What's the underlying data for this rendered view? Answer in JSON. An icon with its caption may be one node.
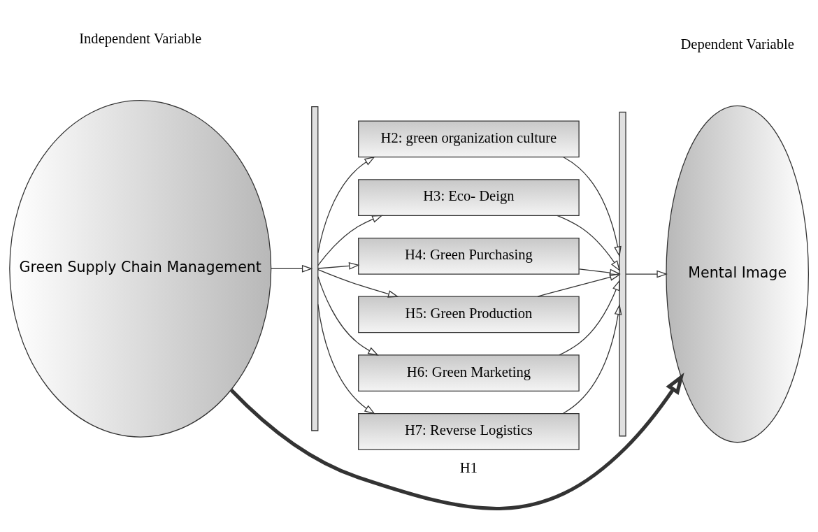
{
  "diagram": {
    "nodes": [
      {
        "text": [
          "Green Supply Chain Management"
        ]
      },
      {
        "text": [],
        "shape": "bar"
      },
      {
        "text": [
          "H2: green organization culture"
        ]
      },
      {
        "text": [
          "H3: Eco- Deign"
        ]
      },
      {
        "text": [
          "H4: Green Purchasing"
        ]
      },
      {
        "text": [
          "H5: Green Production"
        ]
      },
      {
        "text": [
          "H6: Green Marketing"
        ]
      },
      {
        "text": [
          "H7: Reverse Logistics"
        ]
      },
      {
        "text": [],
        "shape": "bar"
      },
      {
        "text": [
          "Mental Image"
        ]
      }
    ],
    "edges": [
      {
        "from": 0,
        "to": 9,
        "arrow": "to",
        "label": "H1",
        "style": "thick"
      },
      {
        "from": 0,
        "to": 1,
        "arrow": "to"
      },
      {
        "from": 1,
        "to": 2,
        "arrow": "to"
      },
      {
        "from": 1,
        "to": 3,
        "arrow": "to"
      },
      {
        "from": 1,
        "to": 4,
        "arrow": "to"
      },
      {
        "from": 1,
        "to": 5,
        "arrow": "to"
      },
      {
        "from": 1,
        "to": 6,
        "arrow": "to"
      },
      {
        "from": 1,
        "to": 7,
        "arrow": "to"
      },
      {
        "from": 2,
        "to": 8,
        "arrow": "to"
      },
      {
        "from": 3,
        "to": 8,
        "arrow": "to"
      },
      {
        "from": 4,
        "to": 8,
        "arrow": "to"
      },
      {
        "from": 5,
        "to": 8,
        "arrow": "to"
      },
      {
        "from": 6,
        "to": 8,
        "arrow": "to"
      },
      {
        "from": 7,
        "to": 8,
        "arrow": "to"
      },
      {
        "from": 8,
        "to": 9,
        "arrow": "to"
      }
    ],
    "labels": [
      "Independent Variable",
      "Dependent Variable"
    ]
  }
}
